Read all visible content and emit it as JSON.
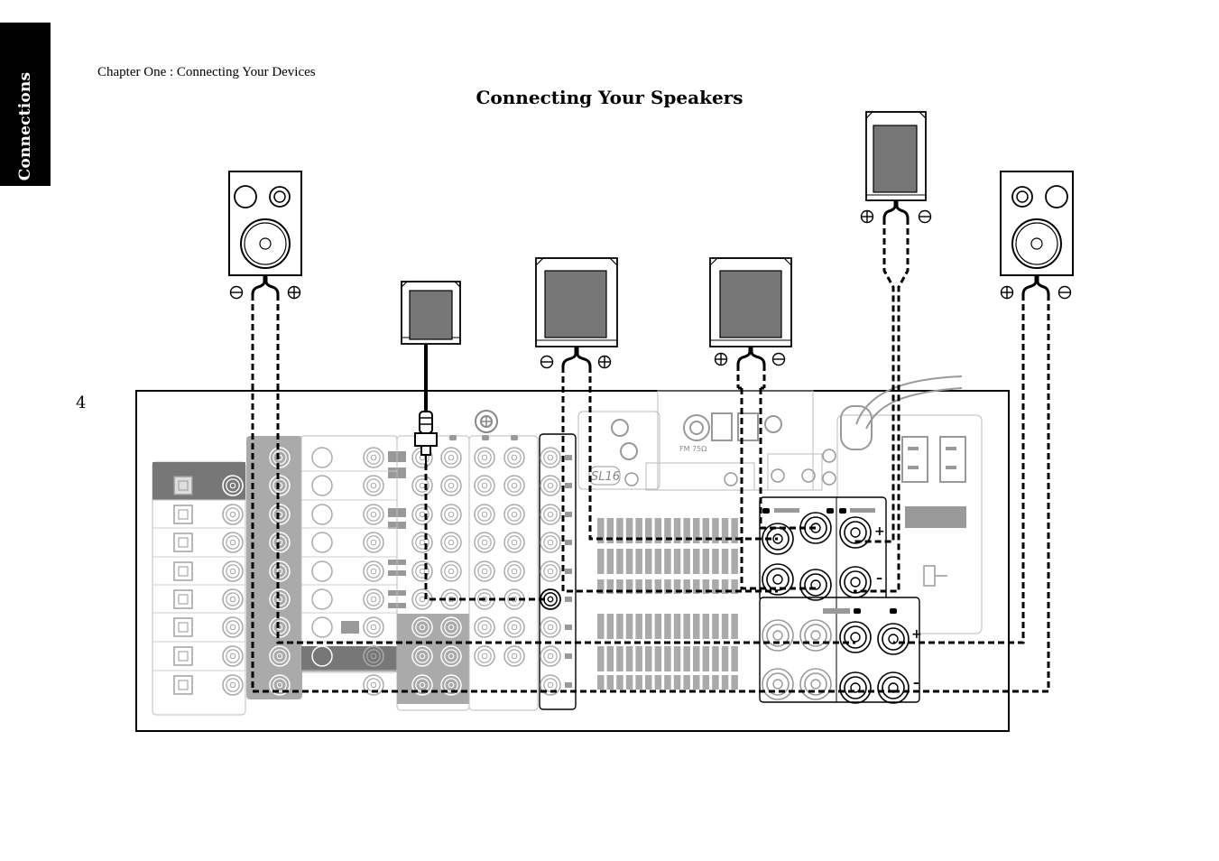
{
  "side_tab": {
    "label": "Connections"
  },
  "header": {
    "chapter": "Chapter One : Connecting Your Devices"
  },
  "title": "Connecting Your Speakers",
  "page_number": "4",
  "panel_labels": {
    "fm": "FM 75Ω",
    "logo": "SL16"
  },
  "terminal_signs": {
    "plus": "+",
    "minus": "–"
  }
}
